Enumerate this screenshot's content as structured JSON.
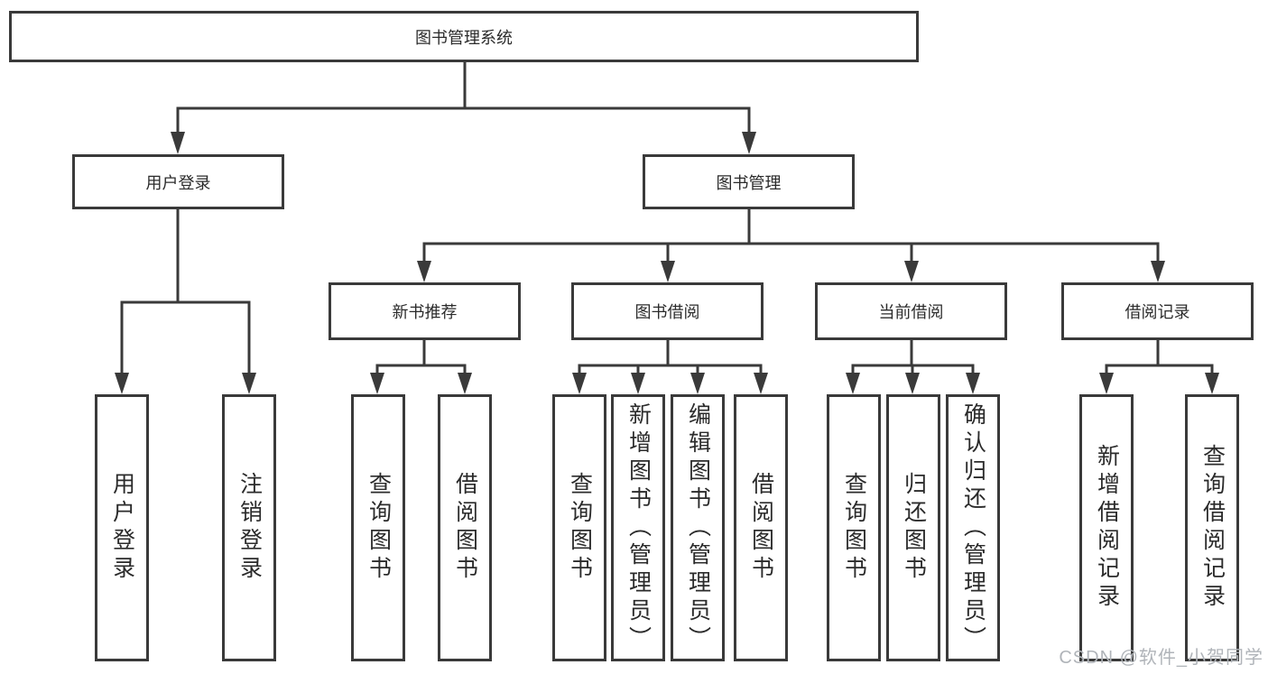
{
  "colors": {
    "line": "#3a3a3a",
    "border": "#3a3a3a",
    "text": "#2b2b2b",
    "bg": "#ffffff",
    "watermark": "#b0b4b9"
  },
  "diagram": {
    "title": "图书管理系统",
    "level2": [
      "用户登录",
      "图书管理"
    ],
    "level3": [
      "新书推荐",
      "图书借阅",
      "当前借阅",
      "借阅记录"
    ],
    "leaves_user_login": [
      "用户登录",
      "注销登录"
    ],
    "leaves_new_book": [
      "查询图书",
      "借阅图书"
    ],
    "leaves_book_borrow": [
      "查询图书",
      "新增图书（管理员）",
      "编辑图书（管理员）",
      "借阅图书"
    ],
    "leaves_current_borrow": [
      "查询图书",
      "归还图书",
      "确认归还（管理员）"
    ],
    "leaves_borrow_records": [
      "新增借阅记录",
      "查询借阅记录"
    ]
  },
  "watermark": {
    "text": "CSDN @软件_小贺同学"
  }
}
